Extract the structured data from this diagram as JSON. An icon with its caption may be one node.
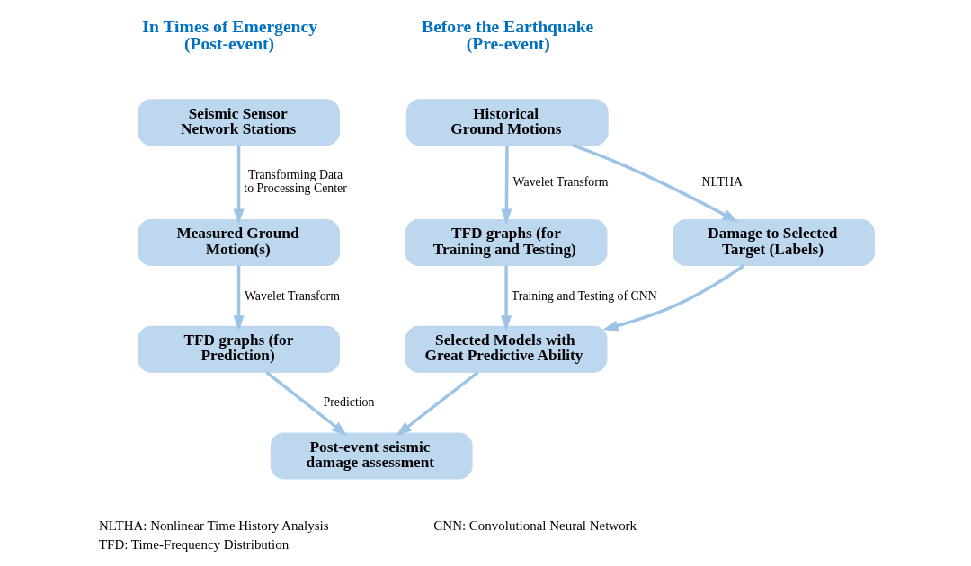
{
  "diagram": {
    "nodes": [
      {
        "text": [
          "Seismic Sensor Network Stations"
        ]
      },
      {
        "text": [
          "Historical Ground Motions"
        ]
      },
      {
        "text": [
          "Measured Ground Motion(s)"
        ]
      },
      {
        "text": [
          "TFD graphs (for Training and Testing)"
        ]
      },
      {
        "text": [
          "Damage to Selected Target (Labels)"
        ]
      },
      {
        "text": [
          "TFD graphs (for Prediction)"
        ]
      },
      {
        "text": [
          "Selected Models with Great Predictive Ability"
        ]
      },
      {
        "text": [
          "Post-event seismic damage assessment"
        ]
      }
    ],
    "edges": [
      {
        "from": 0,
        "to": 2,
        "arrow": "to",
        "label": "Transforming Data to Processing Center"
      },
      {
        "from": 2,
        "to": 5,
        "arrow": "to",
        "label": "Wavelet Transform"
      },
      {
        "from": 1,
        "to": 3,
        "arrow": "to",
        "label": "Wavelet Transform"
      },
      {
        "from": 1,
        "to": 4,
        "arrow": "to",
        "label": "NLTHA"
      },
      {
        "from": 3,
        "to": 6,
        "arrow": "to",
        "label": "Training and Testing of CNN"
      },
      {
        "from": 4,
        "to": 6,
        "arrow": "to"
      },
      {
        "from": 5,
        "to": 7,
        "arrow": "to",
        "label": "Prediction"
      },
      {
        "from": 6,
        "to": 7,
        "arrow": "to"
      }
    ],
    "labels": [
      "In Times of Emergency (Post-event)",
      "Before the Earthquake (Pre-event)",
      "NLTHA: Nonlinear Time History Analysis",
      "CNN: Convolutional Neural Network",
      "TFD: Time-Frequency Distribution"
    ]
  }
}
